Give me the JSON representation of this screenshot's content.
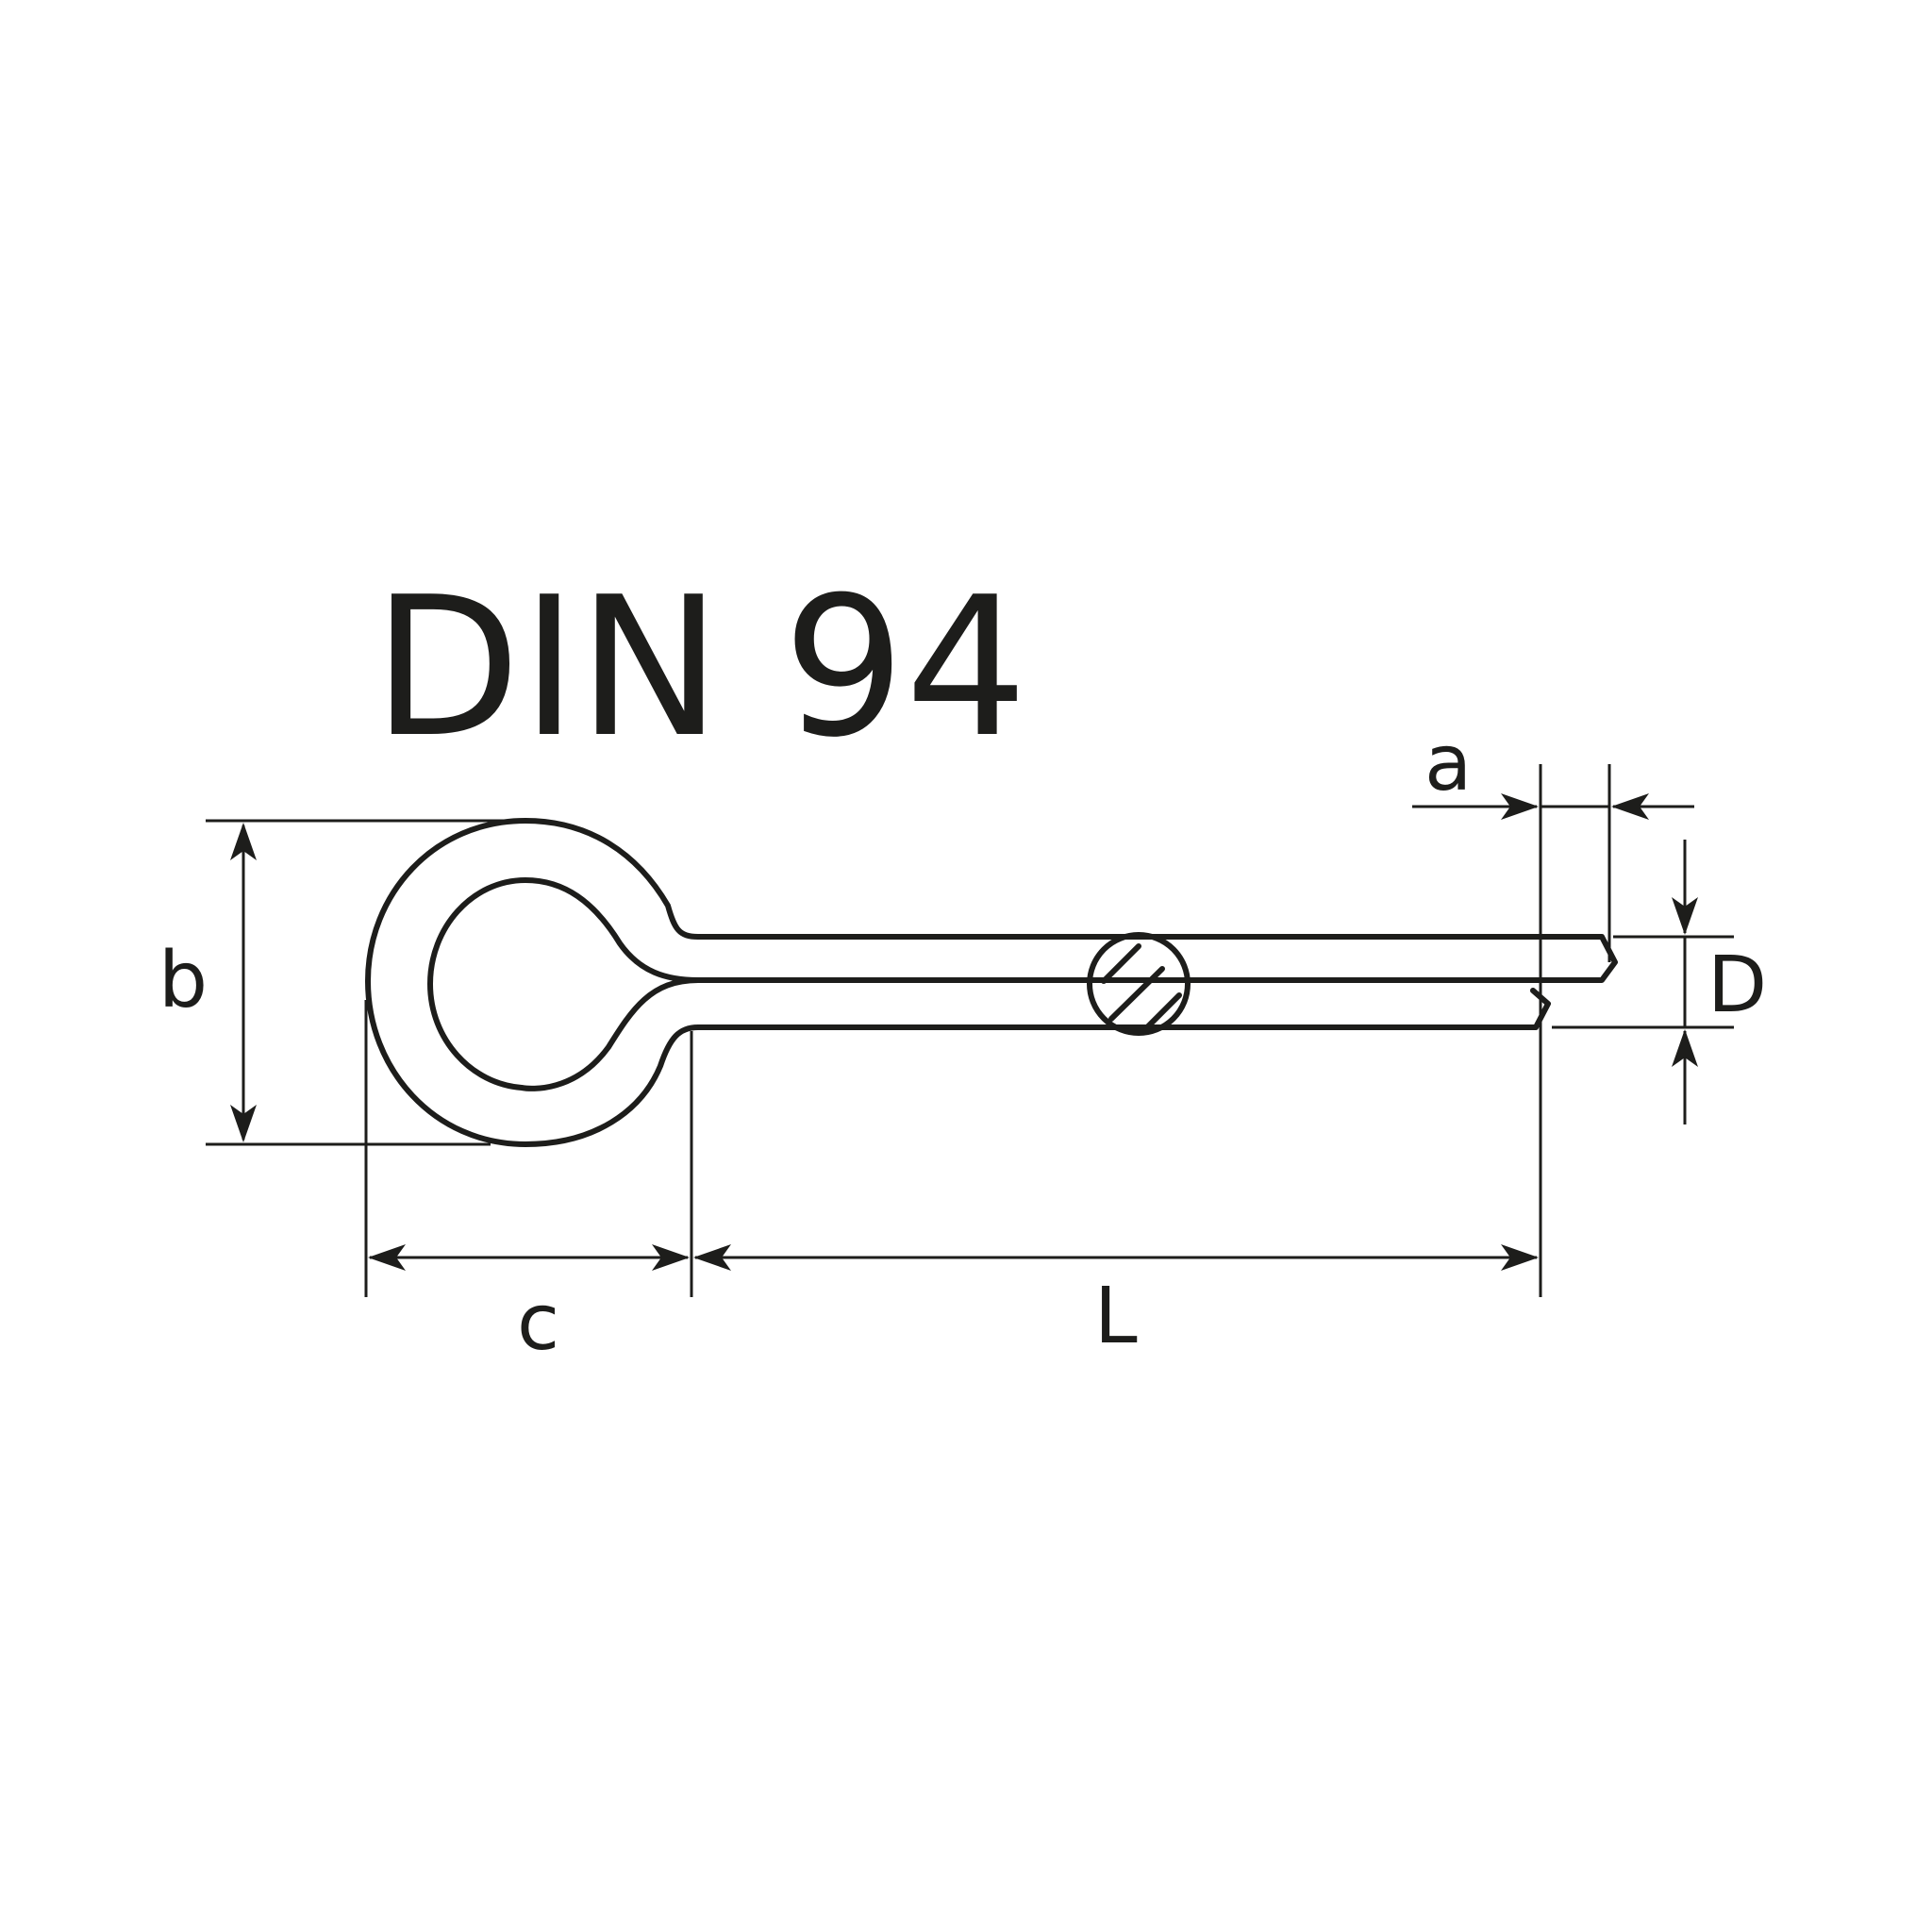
{
  "title": "DIN 94",
  "dimensions": {
    "a": "a",
    "b": "b",
    "c": "c",
    "L": "L",
    "D": "D"
  }
}
